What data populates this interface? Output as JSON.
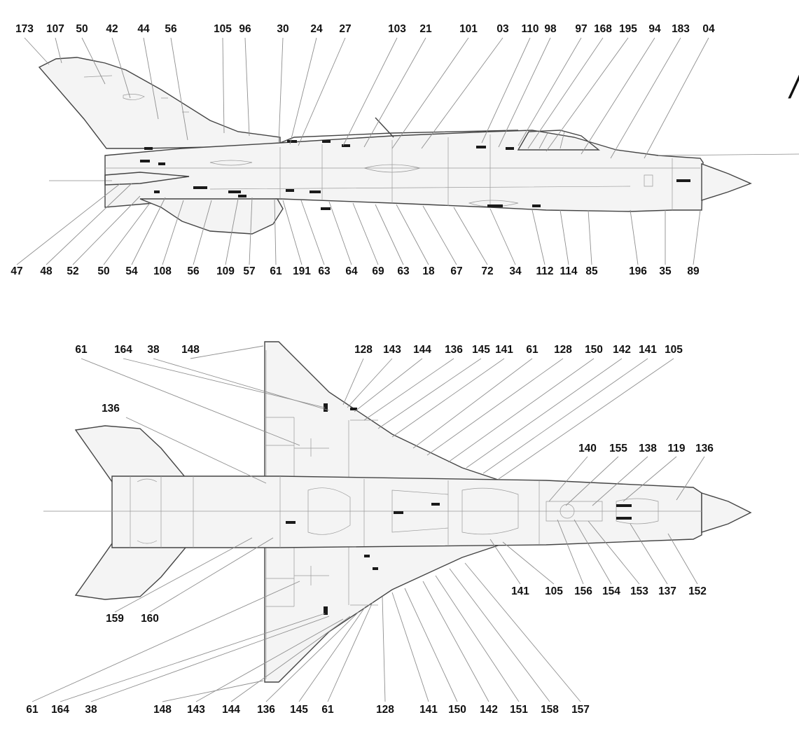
{
  "side_view": {
    "top_callouts": [
      "173",
      "107",
      "50",
      "42",
      "44",
      "56",
      "105",
      "96",
      "30",
      "24",
      "27",
      "103",
      "21",
      "101",
      "03",
      "110",
      "98",
      "97",
      "168",
      "195",
      "94",
      "183",
      "04"
    ],
    "bottom_callouts": [
      "47",
      "48",
      "52",
      "50",
      "54",
      "108",
      "56",
      "109",
      "57",
      "61",
      "191",
      "63",
      "64",
      "69",
      "63",
      "18",
      "67",
      "72",
      "34",
      "112",
      "114",
      "85",
      "196",
      "35",
      "89"
    ]
  },
  "plan_view": {
    "top_callouts": [
      "61",
      "164",
      "38",
      "148",
      "128",
      "143",
      "144",
      "136",
      "145",
      "141",
      "61",
      "128",
      "150",
      "142",
      "141",
      "105"
    ],
    "left_callouts": [
      "136"
    ],
    "nose_callouts": [
      "140",
      "155",
      "138",
      "119",
      "136"
    ],
    "mid_callouts": [
      "141",
      "105",
      "156",
      "154",
      "153",
      "137",
      "152"
    ],
    "tail_callouts": [
      "159",
      "160"
    ],
    "bottom_callouts": [
      "61",
      "164",
      "38",
      "148",
      "143",
      "144",
      "136",
      "145",
      "61",
      "128",
      "141",
      "150",
      "142",
      "151",
      "158",
      "157"
    ]
  },
  "edge_glyph": "/",
  "colors": {
    "line": "#444444",
    "leader": "#8f8f8f",
    "marking": "#1a1a1a",
    "background": "#ffffff"
  }
}
